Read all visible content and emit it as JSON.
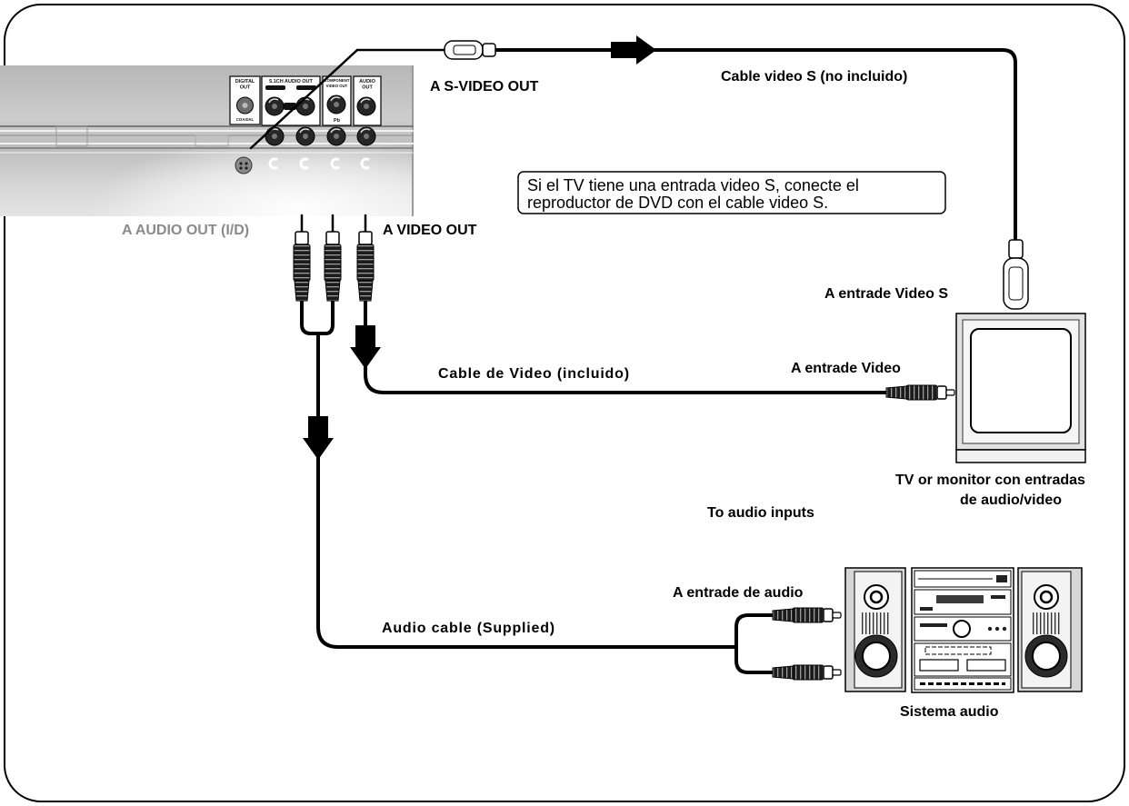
{
  "panel": {
    "digital_line1": "DIGITAL",
    "digital_line2": "OUT",
    "coaxial": "COAXIAL",
    "surround": "5.1CH AUDIO OUT",
    "component_line1": "COMPONENT",
    "component_line2": "VIDEO OUT",
    "component_jack": "Pb",
    "audio_line1": "AUDIO",
    "audio_line2": "OUT"
  },
  "labels": {
    "s_video_out": "A S-VIDEO OUT",
    "s_video_cable": "Cable video S (no incluido)",
    "audio_out": "A AUDIO OUT (I/D)",
    "video_out": "A VIDEO OUT",
    "tv_s_video_in": "A entrade Video S",
    "video_cable": "Cable de Video (incluido)",
    "tv_video_in": "A entrade Video",
    "tv_caption_line1": "TV or monitor con entradas",
    "tv_caption_line2": "de audio/video",
    "to_audio_inputs": "To audio inputs",
    "audio_in": "A entrade de audio",
    "audio_cable": "Audio cable (Supplied)",
    "audio_system": "Sistema audio"
  },
  "note": {
    "line1": "Si el TV tiene una entrada video S, conecte el",
    "line2": "reproductor de DVD con el cable video S."
  }
}
